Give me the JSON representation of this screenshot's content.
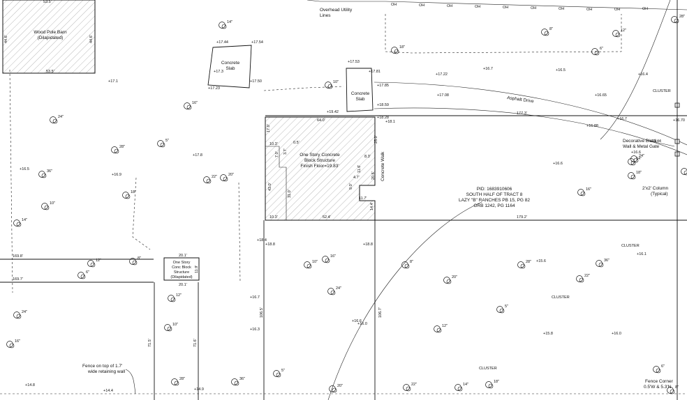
{
  "labels": {
    "barn": [
      "Wood Pole Barn",
      "(Dilapidated)"
    ],
    "barn_dims": [
      "53.5'",
      "44.6'",
      "44.6'",
      "53.5'"
    ],
    "overhead": [
      "Overhead Utility",
      "Lines"
    ],
    "slab1": [
      "Concrete",
      "Slab"
    ],
    "slab2": [
      "Concrete",
      "Slab"
    ],
    "asphalt": "Asphalt Drive",
    "main_building": [
      "One Story Concrete",
      "Block Structure",
      "Finish Floor=19.83'"
    ],
    "concrete_walk": "Concrete Walk",
    "small_building": [
      "One Story",
      "Conc Block",
      "Structure",
      "(Dilapidated)"
    ],
    "pid": [
      "PID: 1683910606",
      "SOUTH HALF OF TRACT 8",
      "LAZY \"B\" RANCHES PB 15, PG 82",
      "ORB 1242, PG 1164"
    ],
    "decorative": [
      "Decorative Block",
      "Wall & Metal Gate"
    ],
    "column": [
      "2'x2' Column",
      "(Typical)"
    ],
    "fence_top": [
      "Fence on top of 1.7'",
      "wide retaining wall"
    ],
    "fence_corner": [
      "Fence Corner",
      "0.5'W & 5.3'N"
    ],
    "cluster": "CLUSTER",
    "oh": "OH"
  },
  "dims": {
    "d64": "64.0'",
    "d1773": "177.3'",
    "d1792": "179.2'",
    "d524": "52.4'",
    "d103a": "10.3'",
    "d103b": "10.3'",
    "d430": "43.0'",
    "d310": "31.0'",
    "d70": "7.0'",
    "d37": "3.7'",
    "d05": "0.5'",
    "d83": "8.3'",
    "d116": "11.6'",
    "d206": "20.6'",
    "d47": "4.7'",
    "d90": "9.0'",
    "d117": "11.7'",
    "d144": "14.4'",
    "d250": "25.0'",
    "d170": "17.0'",
    "d1698": "169.8'",
    "d1697": "169.7'",
    "d201a": "20.1'",
    "d201b": "20.1'",
    "d119": "11.9'",
    "d715": "71.5'",
    "d716": "71.6'",
    "d1065": "106.5'",
    "d1067": "106.7'"
  },
  "elevations": [
    "17.1",
    "16.5",
    "16.9",
    "17.8",
    "18.4",
    "18.8",
    "18.8",
    "16.7",
    "16.3",
    "16.6",
    "16.6",
    "16.0",
    "15.6",
    "15.8",
    "16.0",
    "16.1",
    "16.7",
    "16.5",
    "16.4",
    "16.65",
    "16.88",
    "16.44",
    "16.70",
    "16.6",
    "14.8",
    "14.9",
    "17.44",
    "17.54",
    "17.23",
    "17.50",
    "17.3",
    "17.53",
    "17.81",
    "17.85",
    "17.22",
    "17.08",
    "18.59",
    "18.28",
    "18.1",
    "19.42",
    "16.7",
    "14.4"
  ],
  "trees": [
    "14\"",
    "18\"",
    "6\"",
    "8\"",
    "12\"",
    "10\"",
    "16\"",
    "24\"",
    "28\"",
    "36\"",
    "5\"",
    "20\"",
    "22\""
  ]
}
